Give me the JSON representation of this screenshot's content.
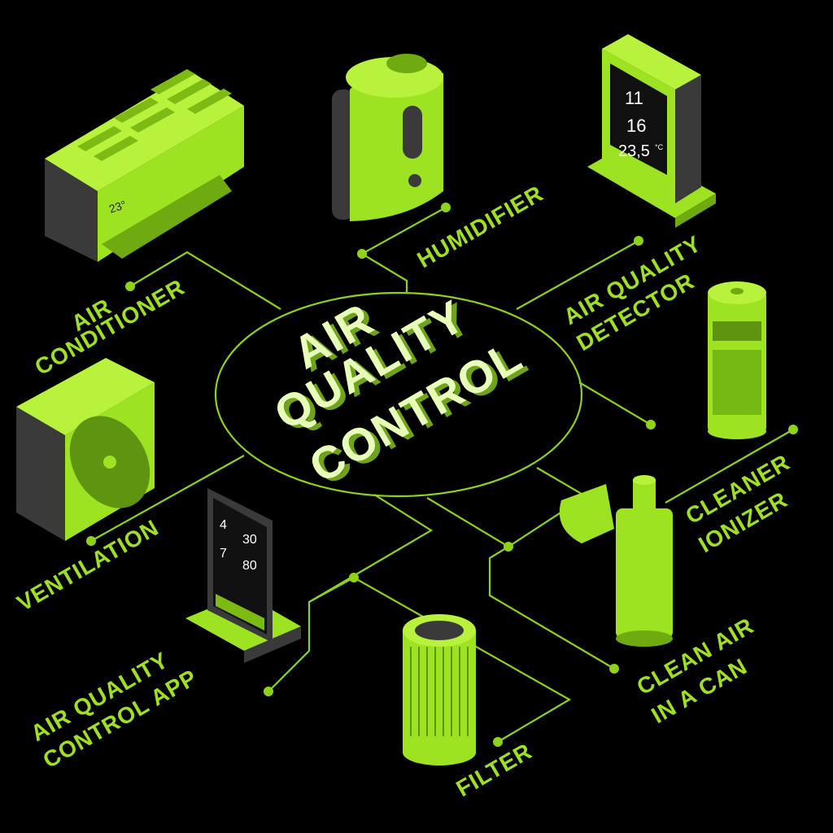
{
  "title": {
    "line1": "AIR",
    "line2": "QUALITY",
    "line3": "CONTROL"
  },
  "nodes": {
    "air_conditioner": {
      "line1": "AIR",
      "line2": "CONDITIONER"
    },
    "humidifier": {
      "line1": "HUMIDIFIER"
    },
    "air_quality_detector": {
      "line1": "AIR QUALITY",
      "line2": "DETECTOR"
    },
    "cleaner_ionizer": {
      "line1": "CLEANER",
      "line2": "IONIZER"
    },
    "clean_air_in_a_can": {
      "line1": "CLEAN AIR",
      "line2": "IN A CAN"
    },
    "filter": {
      "line1": "FILTER"
    },
    "air_quality_control_app": {
      "line1": "AIR QUALITY",
      "line2": "CONTROL APP"
    },
    "ventilation": {
      "line1": "VENTILATION"
    }
  },
  "devices": {
    "ac_temp": "23°",
    "detector": {
      "v1": "11",
      "v2": "16",
      "v3": "23,5",
      "unit": "°C"
    },
    "app": {
      "t1": "4",
      "t2": "30",
      "t3": "7",
      "t4": "80"
    }
  },
  "colors": {
    "accent": "#9ee322",
    "line": "#8ed21a",
    "background": "#000000",
    "dark": "#3a3a3a"
  }
}
